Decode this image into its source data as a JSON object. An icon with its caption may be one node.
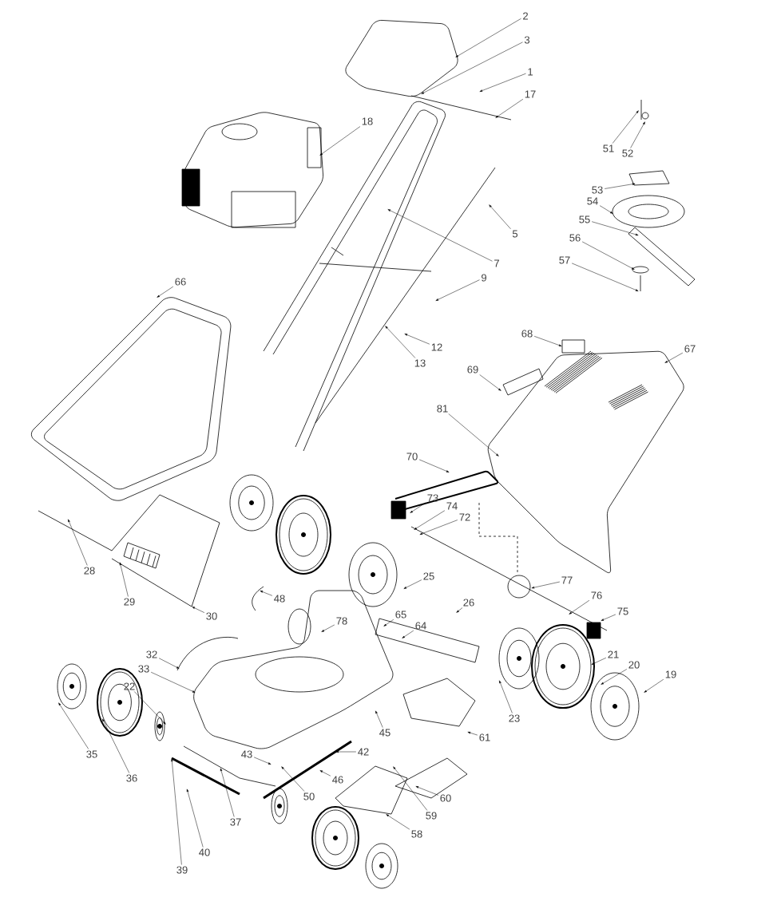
{
  "diagram": {
    "nodes": [
      {
        "text": [
          "2"
        ]
      },
      {
        "text": [
          "3"
        ]
      },
      {
        "text": [
          "1"
        ]
      },
      {
        "text": [
          "17"
        ]
      },
      {
        "text": [
          "18"
        ]
      },
      {
        "text": [
          "51"
        ]
      },
      {
        "text": [
          "52"
        ]
      },
      {
        "text": [
          "53"
        ]
      },
      {
        "text": [
          "54"
        ]
      },
      {
        "text": [
          "55"
        ]
      },
      {
        "text": [
          "56"
        ]
      },
      {
        "text": [
          "57"
        ]
      },
      {
        "text": [
          "5"
        ]
      },
      {
        "text": [
          "7"
        ]
      },
      {
        "text": [
          "9"
        ]
      },
      {
        "text": [
          "66"
        ]
      },
      {
        "text": [
          "12"
        ]
      },
      {
        "text": [
          "13"
        ]
      },
      {
        "text": [
          "68"
        ]
      },
      {
        "text": [
          "67"
        ]
      },
      {
        "text": [
          "69"
        ]
      },
      {
        "text": [
          "81"
        ]
      },
      {
        "text": [
          "70"
        ]
      },
      {
        "text": [
          "73"
        ]
      },
      {
        "text": [
          "74"
        ]
      },
      {
        "text": [
          "72"
        ]
      },
      {
        "text": [
          "28"
        ]
      },
      {
        "text": [
          "25"
        ]
      },
      {
        "text": [
          "29"
        ]
      },
      {
        "text": [
          "48"
        ]
      },
      {
        "text": [
          "77"
        ]
      },
      {
        "text": [
          "30"
        ]
      },
      {
        "text": [
          "76"
        ]
      },
      {
        "text": [
          "26"
        ]
      },
      {
        "text": [
          "65"
        ]
      },
      {
        "text": [
          "75"
        ]
      },
      {
        "text": [
          "78"
        ]
      },
      {
        "text": [
          "64"
        ]
      },
      {
        "text": [
          "32"
        ]
      },
      {
        "text": [
          "33"
        ]
      },
      {
        "text": [
          "21"
        ]
      },
      {
        "text": [
          "20"
        ]
      },
      {
        "text": [
          "22"
        ]
      },
      {
        "text": [
          "19"
        ]
      },
      {
        "text": [
          "23"
        ]
      },
      {
        "text": [
          "45"
        ]
      },
      {
        "text": [
          "61"
        ]
      },
      {
        "text": [
          "42"
        ]
      },
      {
        "text": [
          "35"
        ]
      },
      {
        "text": [
          "43"
        ]
      },
      {
        "text": [
          "36"
        ]
      },
      {
        "text": [
          "46"
        ]
      },
      {
        "text": [
          "50"
        ]
      },
      {
        "text": [
          "60"
        ]
      },
      {
        "text": [
          "59"
        ]
      },
      {
        "text": [
          "37"
        ]
      },
      {
        "text": [
          "58"
        ]
      },
      {
        "text": [
          "40"
        ]
      },
      {
        "text": [
          "39"
        ]
      }
    ],
    "edges": [
      {
        "from": 0,
        "to": null,
        "arrow": "to"
      },
      {
        "from": 1,
        "to": null,
        "arrow": "to"
      },
      {
        "from": 2,
        "to": null,
        "arrow": "to"
      },
      {
        "from": 3,
        "to": null,
        "arrow": "to"
      },
      {
        "from": 4,
        "to": null,
        "arrow": "to"
      },
      {
        "from": 5,
        "to": null,
        "arrow": "to"
      },
      {
        "from": 6,
        "to": null,
        "arrow": "to"
      },
      {
        "from": 7,
        "to": null,
        "arrow": "to"
      },
      {
        "from": 8,
        "to": null,
        "arrow": "to"
      },
      {
        "from": 9,
        "to": null,
        "arrow": "to"
      },
      {
        "from": 10,
        "to": null,
        "arrow": "to"
      },
      {
        "from": 11,
        "to": null,
        "arrow": "to"
      },
      {
        "from": 12,
        "to": null,
        "arrow": "to"
      },
      {
        "from": 13,
        "to": null,
        "arrow": "to"
      },
      {
        "from": 14,
        "to": null,
        "arrow": "to"
      },
      {
        "from": 15,
        "to": null,
        "arrow": "to"
      },
      {
        "from": 16,
        "to": null,
        "arrow": "to"
      },
      {
        "from": 17,
        "to": null,
        "arrow": "to"
      },
      {
        "from": 18,
        "to": null,
        "arrow": "to"
      },
      {
        "from": 19,
        "to": null,
        "arrow": "to"
      },
      {
        "from": 20,
        "to": null,
        "arrow": "to"
      },
      {
        "from": 21,
        "to": null,
        "arrow": "to"
      },
      {
        "from": 22,
        "to": null,
        "arrow": "to"
      },
      {
        "from": 23,
        "to": null,
        "arrow": "to"
      },
      {
        "from": 24,
        "to": null,
        "arrow": "to"
      },
      {
        "from": 25,
        "to": null,
        "arrow": "to"
      },
      {
        "from": 26,
        "to": null,
        "arrow": "to"
      },
      {
        "from": 27,
        "to": null,
        "arrow": "to"
      },
      {
        "from": 28,
        "to": null,
        "arrow": "to"
      },
      {
        "from": 29,
        "to": null,
        "arrow": "to"
      },
      {
        "from": 30,
        "to": null,
        "arrow": "to"
      },
      {
        "from": 31,
        "to": null,
        "arrow": "to"
      },
      {
        "from": 32,
        "to": null,
        "arrow": "to"
      },
      {
        "from": 33,
        "to": null,
        "arrow": "to"
      },
      {
        "from": 34,
        "to": null,
        "arrow": "to"
      },
      {
        "from": 35,
        "to": null,
        "arrow": "to"
      },
      {
        "from": 36,
        "to": null,
        "arrow": "to"
      },
      {
        "from": 37,
        "to": null,
        "arrow": "to"
      },
      {
        "from": 38,
        "to": null,
        "arrow": "to"
      },
      {
        "from": 39,
        "to": null,
        "arrow": "to"
      },
      {
        "from": 40,
        "to": null,
        "arrow": "to"
      },
      {
        "from": 41,
        "to": null,
        "arrow": "to"
      },
      {
        "from": 42,
        "to": null,
        "arrow": "to"
      },
      {
        "from": 43,
        "to": null,
        "arrow": "to"
      },
      {
        "from": 44,
        "to": null,
        "arrow": "to"
      },
      {
        "from": 45,
        "to": null,
        "arrow": "to"
      },
      {
        "from": 46,
        "to": null,
        "arrow": "to"
      },
      {
        "from": 47,
        "to": null,
        "arrow": "to"
      },
      {
        "from": 48,
        "to": null,
        "arrow": "to"
      },
      {
        "from": 49,
        "to": null,
        "arrow": "to"
      },
      {
        "from": 50,
        "to": null,
        "arrow": "to"
      },
      {
        "from": 51,
        "to": null,
        "arrow": "to"
      },
      {
        "from": 52,
        "to": null,
        "arrow": "to"
      },
      {
        "from": 53,
        "to": null,
        "arrow": "to"
      },
      {
        "from": 54,
        "to": null,
        "arrow": "to"
      },
      {
        "from": 55,
        "to": null,
        "arrow": "to"
      },
      {
        "from": 56,
        "to": null,
        "arrow": "to"
      },
      {
        "from": 57,
        "to": null,
        "arrow": "to"
      },
      {
        "from": 58,
        "to": null,
        "arrow": "to"
      }
    ]
  }
}
